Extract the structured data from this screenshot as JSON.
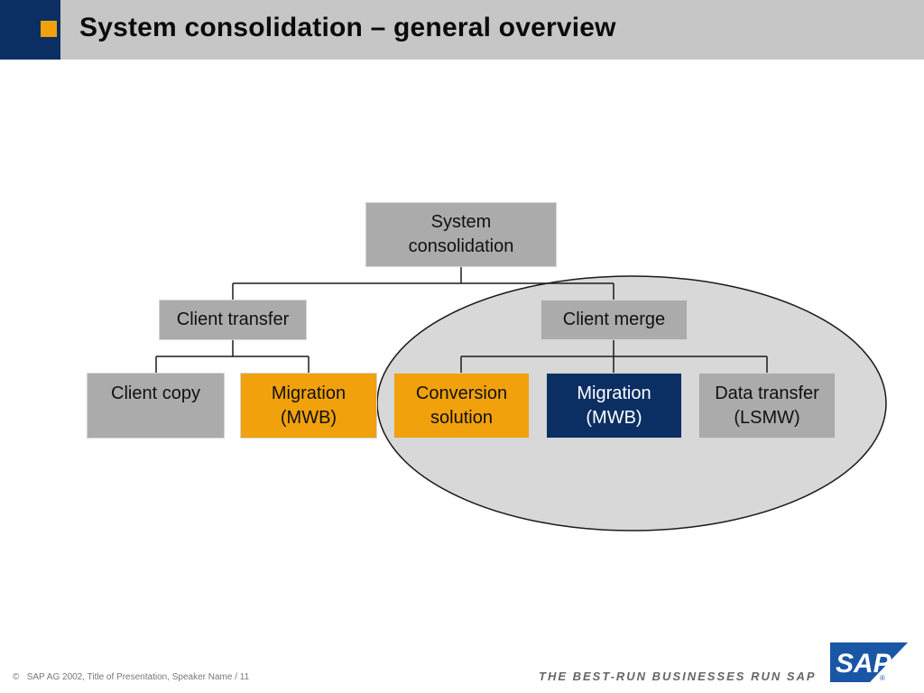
{
  "slide": {
    "title": "System consolidation – general overview"
  },
  "nodes": {
    "root": "System\nconsolidation",
    "client_transfer": "Client transfer",
    "client_merge": "Client merge",
    "client_copy": "Client copy",
    "migration_left": "Migration\n(MWB)",
    "conversion_solution": "Conversion\nsolution",
    "migration_right": "Migration\n(MWB)",
    "data_transfer": "Data transfer\n(LSMW)"
  },
  "footer": {
    "copyright_symbol": "©",
    "text": "SAP AG 2002, Title of Presentation, Speaker Name / 11",
    "tagline": "THE BEST-RUN BUSINESSES RUN SAP",
    "logo_text": "SAP"
  },
  "colors": {
    "navy": "#0b2f63",
    "orange": "#f0a10c",
    "grey_box": "#ababab",
    "title_band": "#c6c6c6",
    "ellipse_fill": "#d8d8d8"
  }
}
